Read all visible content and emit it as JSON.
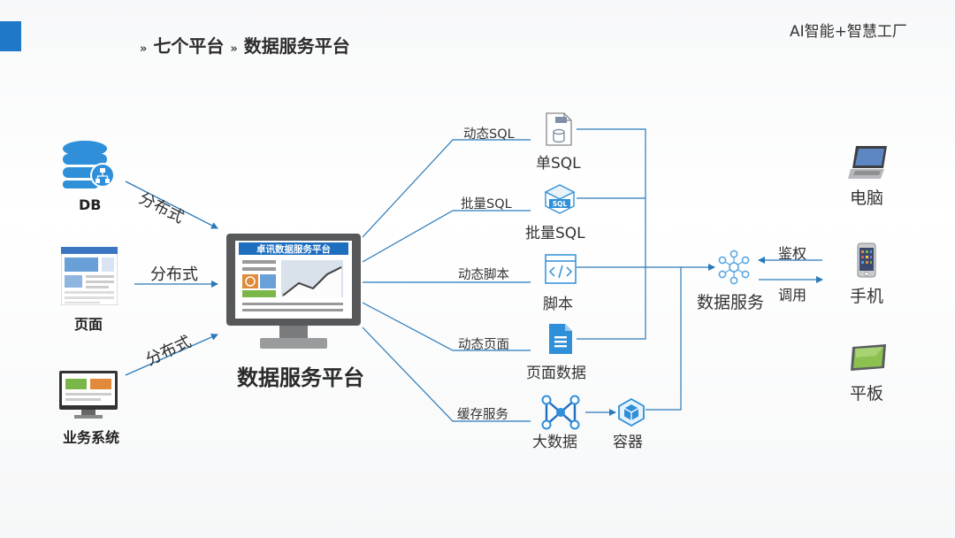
{
  "header": {
    "title_prefix": "»",
    "title_part1": "七个平台",
    "title_sep": "»",
    "title_part2": "数据服务平台",
    "brand": "AI智能+智慧工厂"
  },
  "sources": {
    "db": "DB",
    "page": "页面",
    "business": "业务系统",
    "edge_label": "分布式"
  },
  "platform": {
    "screen_title": "卓讯数据服务平台",
    "name": "数据服务平台"
  },
  "services": {
    "single_sql_link": "动态SQL",
    "single_sql": "单SQL",
    "batch_sql_link": "批量SQL",
    "batch_sql": "批量SQL",
    "sql_badge": "SQL",
    "script_link": "动态脚本",
    "script": "脚本",
    "page_link": "动态页面",
    "page_data": "页面数据",
    "cache_link": "缓存服务",
    "big_data": "大数据",
    "container": "容器"
  },
  "hub": {
    "name": "数据服务",
    "auth": "鉴权",
    "call": "调用"
  },
  "clients": {
    "pc": "电脑",
    "phone": "手机",
    "tablet": "平板"
  },
  "colors": {
    "accent": "#1f78c8",
    "line": "#2a79b8",
    "icon_blue": "#2f8fd8",
    "green": "#7ab648",
    "orange": "#e08a3a"
  }
}
